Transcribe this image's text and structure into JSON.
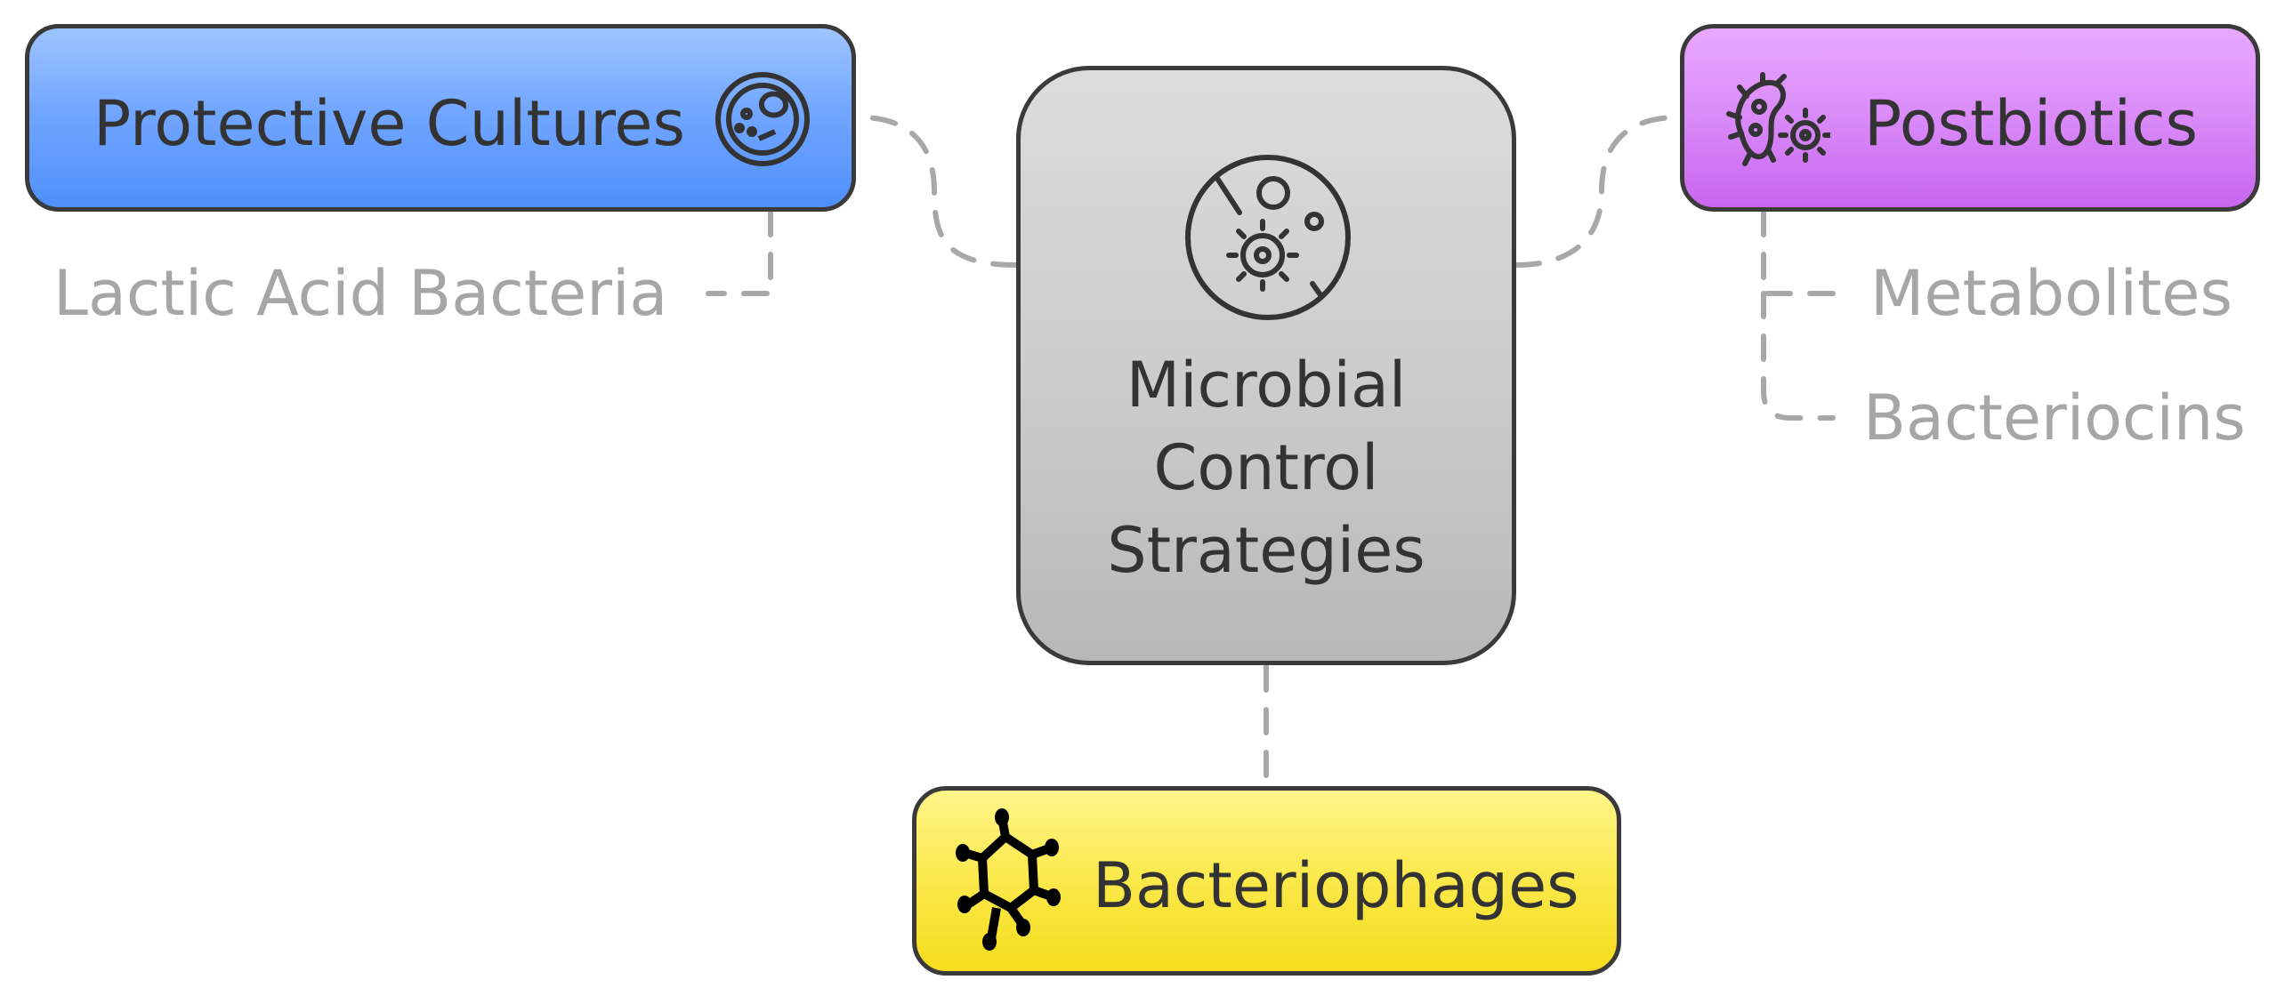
{
  "diagram": {
    "center": {
      "lines": [
        "Microbial",
        "Control",
        "Strategies"
      ],
      "icon": "petri-dish-microbe-icon"
    },
    "nodes": {
      "protective_cultures": {
        "label": "Protective Cultures",
        "icon": "petri-dish-icon",
        "color": "#5b97fc"
      },
      "postbiotics": {
        "label": "Postbiotics",
        "icon": "bacteria-icon",
        "color": "#d27cf6"
      },
      "bacteriophages": {
        "label": "Bacteriophages",
        "icon": "molecule-icon",
        "color": "#f9e236"
      }
    },
    "leaves": {
      "lactic_acid_bacteria": "Lactic Acid Bacteria",
      "metabolites": "Metabolites",
      "bacteriocins": "Bacteriocins"
    },
    "colors": {
      "connector": "#a8a8a8",
      "border": "#3a3a3a",
      "leaf_text": "#a6a6a6"
    }
  }
}
